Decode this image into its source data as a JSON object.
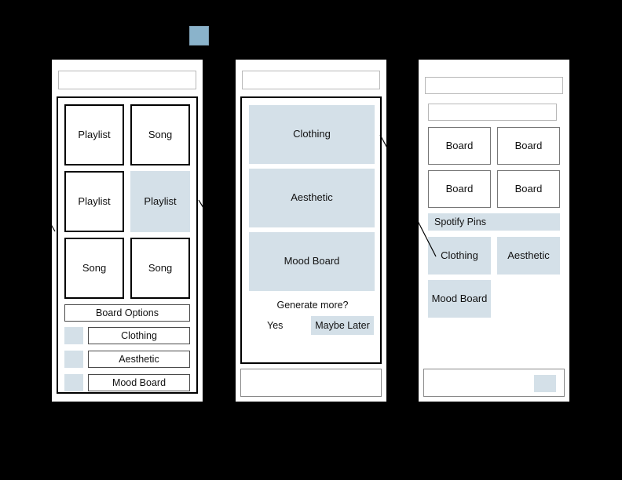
{
  "meta": {
    "title": "Mobile App Wireframe Flow",
    "background_color": "#000000",
    "accent_color": "#d4e0e8",
    "swatch_color": "#8ab3cb"
  },
  "top_swatch": {
    "name": "selection-swatch",
    "color": "#8ab3cb"
  },
  "screens": [
    {
      "id": "screen-1",
      "name": "board-grid-screen",
      "search_placeholder": "",
      "tiles": [
        {
          "label": "Playlist",
          "state": "outline"
        },
        {
          "label": "Song",
          "state": "outline"
        },
        {
          "label": "Playlist",
          "state": "outline"
        },
        {
          "label": "Playlist",
          "state": "selected"
        },
        {
          "label": "Song",
          "state": "outline"
        },
        {
          "label": "Song",
          "state": "outline"
        }
      ],
      "board_options_label": "Board Options",
      "options": [
        {
          "label": "Clothing"
        },
        {
          "label": "Aesthetic"
        },
        {
          "label": "Mood Board"
        }
      ]
    },
    {
      "id": "screen-2",
      "name": "generated-boards-screen",
      "search_placeholder": "",
      "cards": [
        {
          "label": "Clothing"
        },
        {
          "label": "Aesthetic"
        },
        {
          "label": "Mood Board"
        }
      ],
      "prompt": "Generate more?",
      "yes_label": "Yes",
      "maybe_later_label": "Maybe Later",
      "bottom_bar_text": ""
    },
    {
      "id": "screen-3",
      "name": "pinterest-profile-screen",
      "search_placeholder": "",
      "filter_placeholder": "",
      "boards": [
        {
          "label": "Board"
        },
        {
          "label": "Board"
        },
        {
          "label": "Board"
        },
        {
          "label": "Board"
        }
      ],
      "section_header": "Spotify Pins",
      "pins": [
        {
          "label": "Clothing"
        },
        {
          "label": "Aesthetic"
        },
        {
          "label": "Mood Board"
        }
      ],
      "bottom_bar_text": "",
      "bottom_bar_swatch": "#d4e0e8"
    }
  ]
}
